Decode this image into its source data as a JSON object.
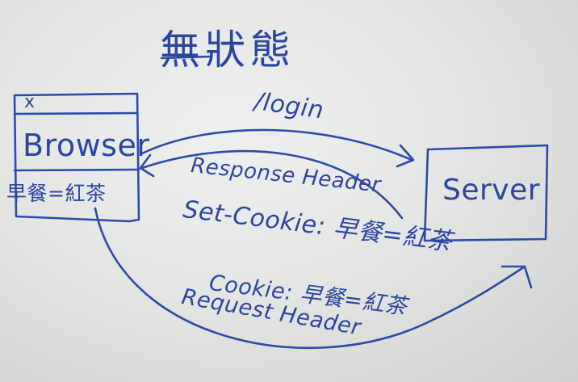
{
  "title": "無狀態",
  "browser": {
    "close_mark": "x",
    "label": "Browser",
    "cookie_store": "早餐=紅茶"
  },
  "server": {
    "label": "Server"
  },
  "arrows": {
    "request_label": "/login",
    "response_header": "Response Header",
    "set_cookie": "Set-Cookie: 早餐=紅茶",
    "cookie": "Cookie: 早餐=紅茶",
    "request_header": "Request Header"
  },
  "ink_color": "#2f4aa6"
}
